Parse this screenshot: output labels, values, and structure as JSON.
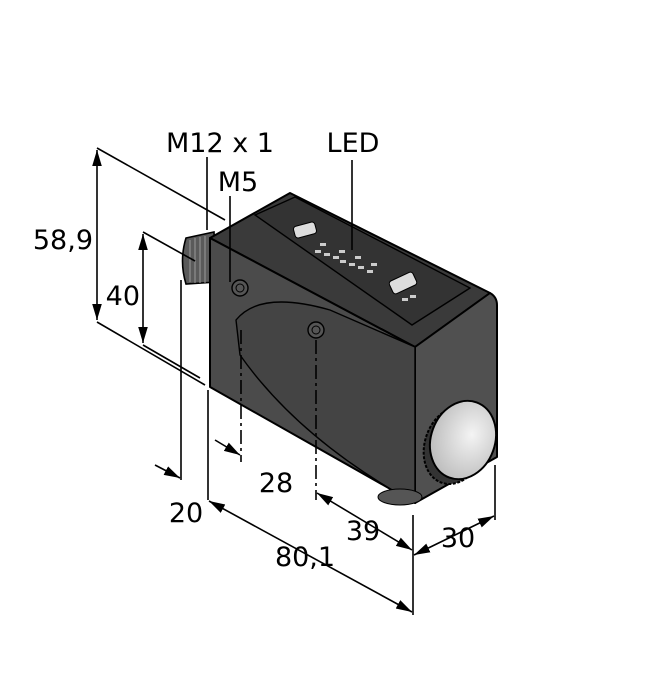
{
  "labels": {
    "thread": "M12 x 1",
    "mount_thread": "M5",
    "led": "LED",
    "height_total": "58,9",
    "height_mount": "40",
    "connector_offset": "20",
    "mount_offset": "28",
    "length_total": "80,1",
    "mount_spacing": "39",
    "width": "30"
  },
  "colors": {
    "body": "#4a4a4a",
    "body_top": "#3c3c3c",
    "lens": "#e6e6e6"
  }
}
